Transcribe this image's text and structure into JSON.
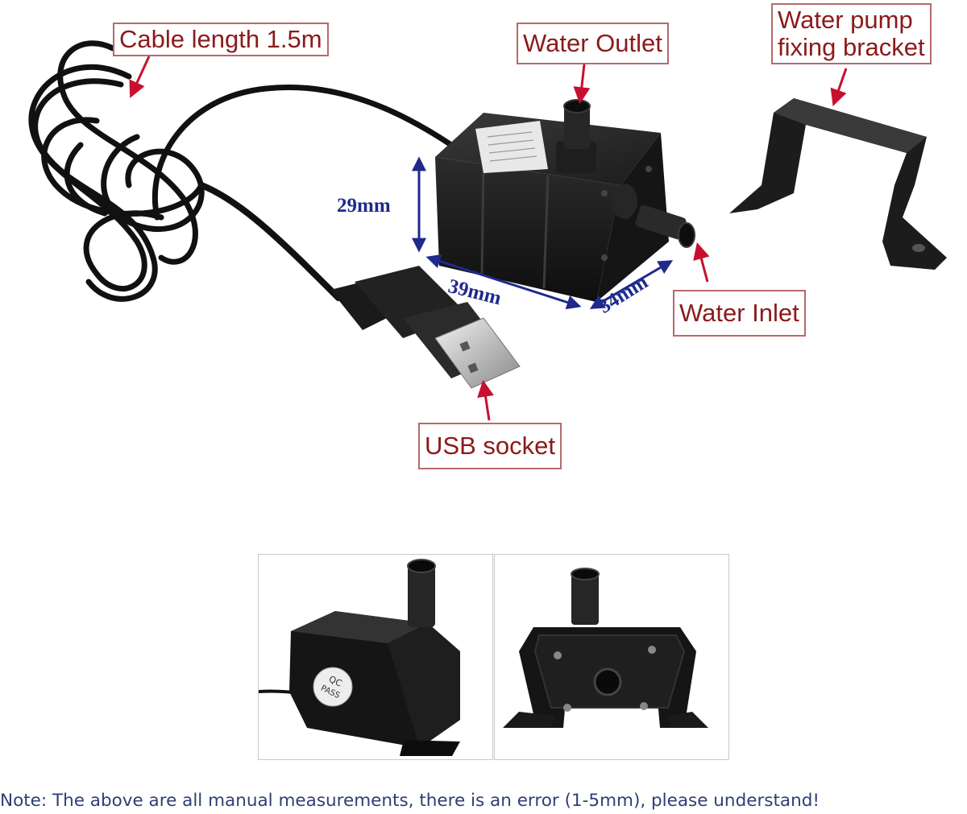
{
  "callouts": {
    "cable_length": "Cable length 1.5m",
    "water_outlet": "Water Outlet",
    "bracket_line1": "Water pump",
    "bracket_line2": "fixing bracket",
    "water_inlet": "Water Inlet",
    "usb_socket": "USB socket"
  },
  "dimensions": {
    "height": "29mm",
    "length": "39mm",
    "width": "34mm"
  },
  "pump_label": {
    "qc_line1": "QC",
    "qc_line2": "PASS"
  },
  "note": "Note: The above are all manual measurements, there is an error (1-5mm), please understand!",
  "colors": {
    "callout_border": "#b56a6a",
    "callout_text": "#8b1a1a",
    "arrow": "#c8102e",
    "dimension": "#1f2a8c",
    "note": "#2e3f73",
    "product_body": "#1b1b1b"
  }
}
